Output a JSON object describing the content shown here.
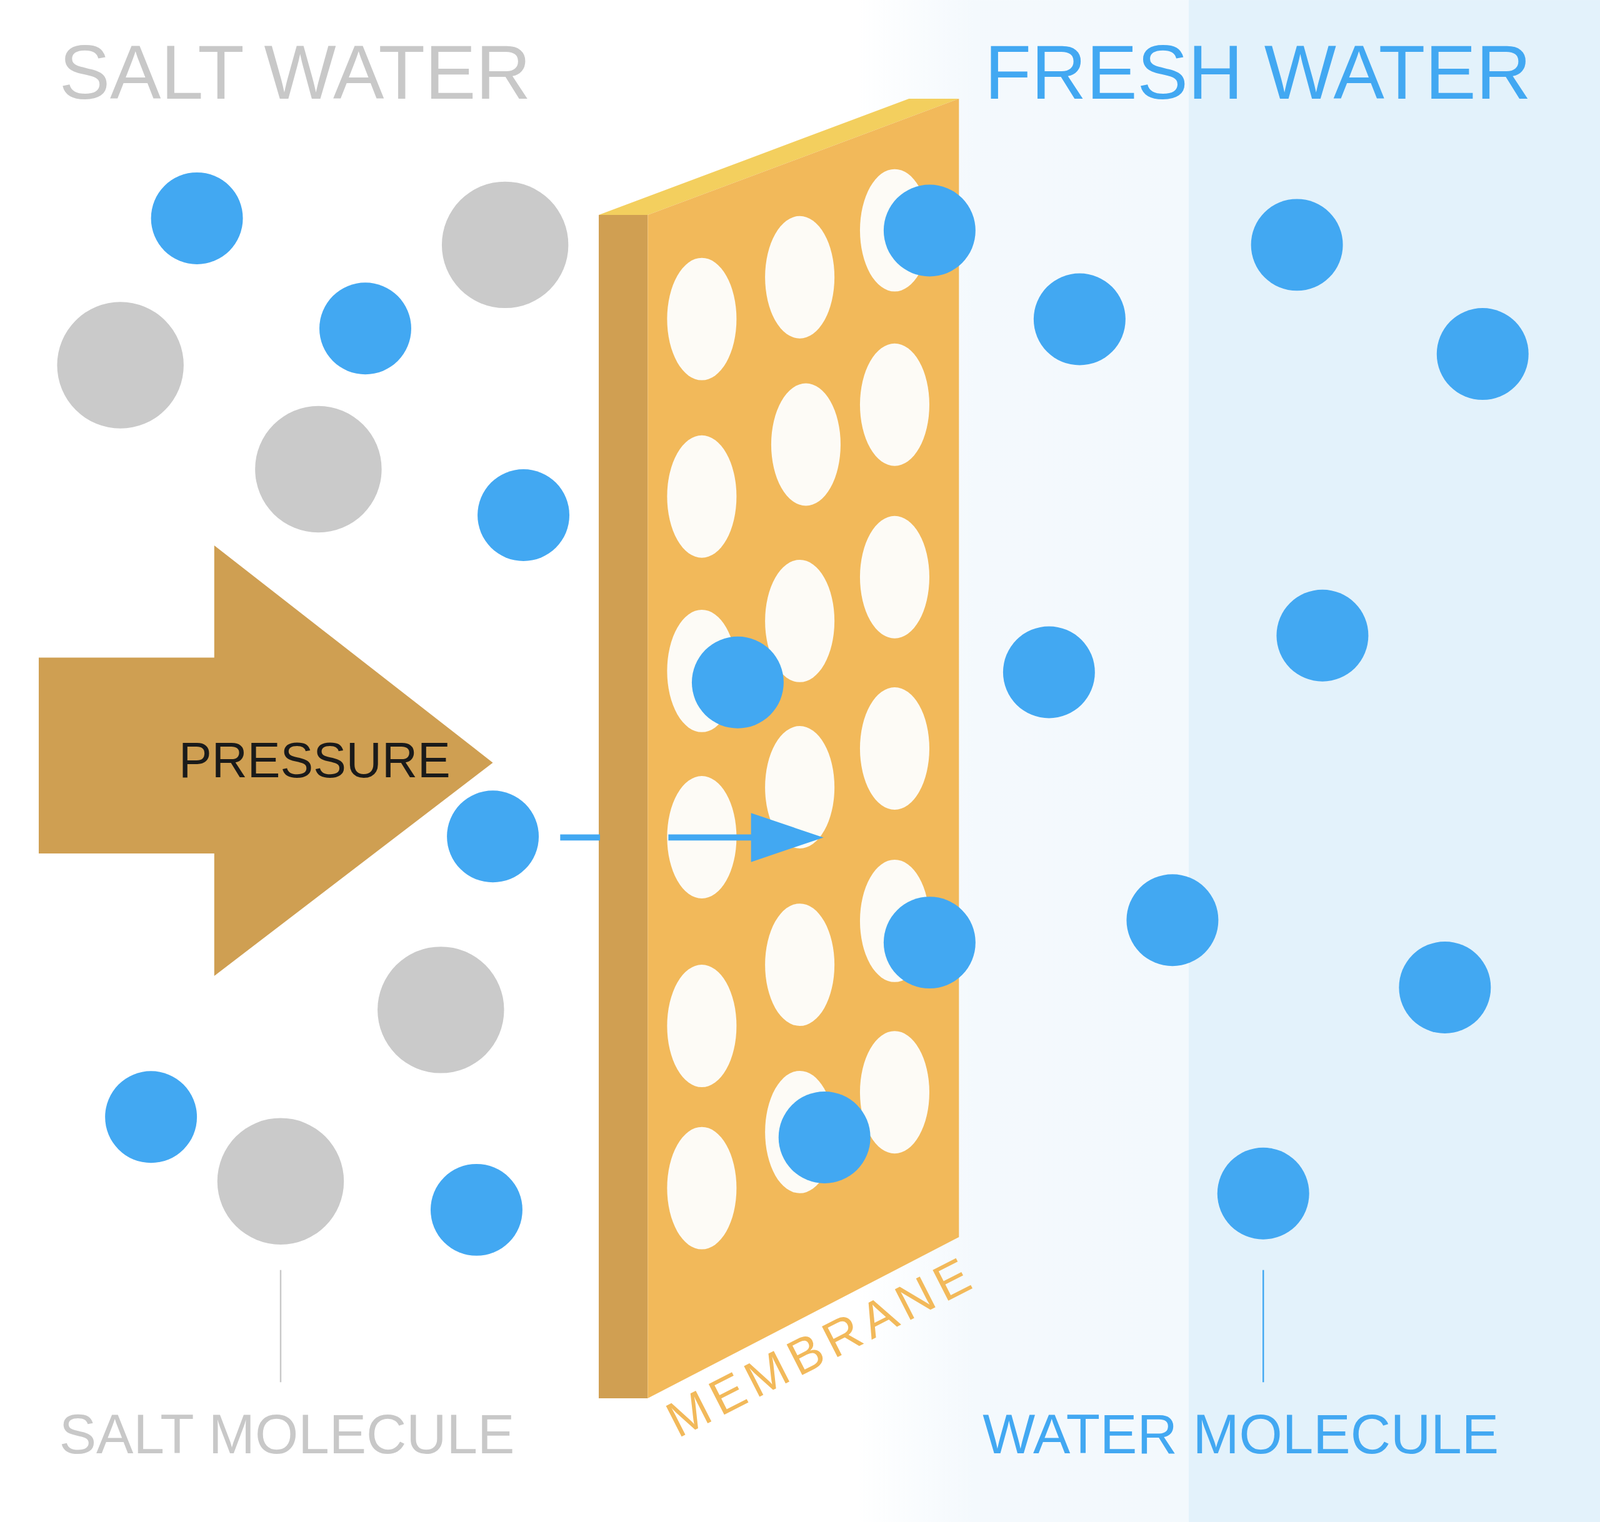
{
  "diagram": {
    "nodes": [
      {
        "text": [
          "PRESSURE"
        ]
      },
      {
        "text": [
          "MEMBRANE"
        ]
      }
    ],
    "labels": [
      "SALT WATER",
      "FRESH WATER",
      "SALT MOLECULE",
      "WATER MOLECULE"
    ]
  }
}
